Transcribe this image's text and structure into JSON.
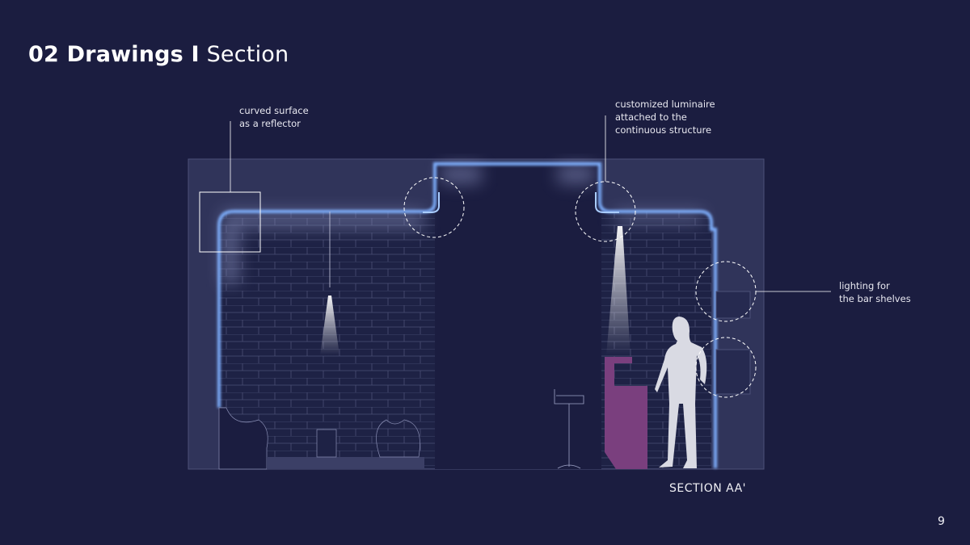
{
  "header": {
    "title_bold": "02 Drawings I",
    "title_light": "Section"
  },
  "annotations": {
    "reflector": [
      "curved surface",
      "as a reflector"
    ],
    "luminaire": [
      "customized luminaire",
      "attached to the",
      "continuous structure"
    ],
    "shelves": [
      "lighting for",
      "the bar shelves"
    ]
  },
  "caption": "SECTION AA'",
  "page_number": "9",
  "colors": {
    "background": "#1b1d40",
    "light_strip": "#7fb0ff",
    "bar_counter": "#7a3f7e"
  }
}
